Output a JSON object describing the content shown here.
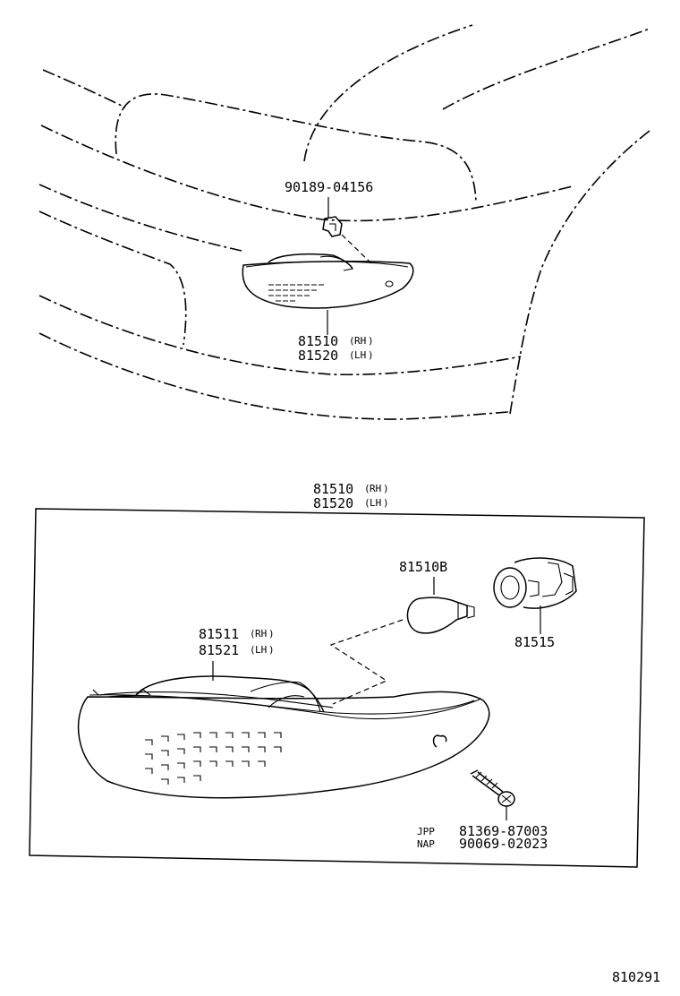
{
  "diagram_id": "810291",
  "upper_view": {
    "clip_part_no": "90189-04156",
    "lamp_part_rh": "81510",
    "lamp_part_lh": "81520",
    "rh_tag": "RH",
    "lh_tag": "LH"
  },
  "exploded_view": {
    "assembly_rh": "81510",
    "assembly_lh": "81520",
    "rh_tag": "RH",
    "lh_tag": "LH",
    "bulb_part_no": "81510B",
    "socket_part_no": "81515",
    "lens_rh": "81511",
    "lens_lh": "81521",
    "screw_jpp_label": "JPP",
    "screw_jpp_part_no": "81369-87003",
    "screw_nap_label": "NAP",
    "screw_nap_part_no": "90069-02023"
  }
}
